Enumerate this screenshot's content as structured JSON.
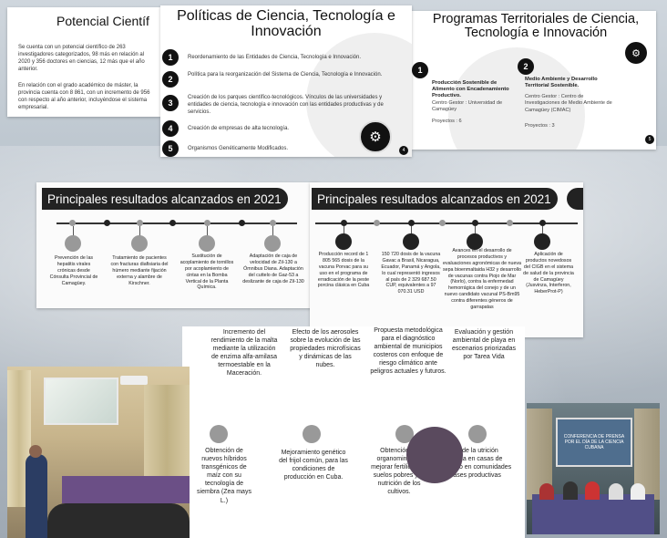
{
  "slide1": {
    "title": "Potencial Científ",
    "para1": "Se cuenta con un potencial científico de 263 investigadores categorizados, 98 más en relación al 2020 y 356 doctores en ciencias, 12 más que el año anterior.",
    "para2": "En relación con el grado académico de máster, la provincia cuenta con 8 861, con un incremento de 956 con respecto al año anterior, incluyéndose el sistema empresarial."
  },
  "slide2": {
    "title": "Políticas de Ciencia, Tecnología e Innovación",
    "items": [
      {
        "n": "1",
        "text": "Reordenamiento de las Entidades de Ciencia, Tecnología e Innovación."
      },
      {
        "n": "2",
        "text": "Política para la reorganización del Sistema de Ciencia, Tecnología e Innovación."
      },
      {
        "n": "3",
        "text": "Creación de los parques científico-tecnológicos. Vínculos de las universidades y entidades de ciencia, tecnología e innovación con las entidades productivas y de servicios."
      },
      {
        "n": "4",
        "text": "Creación de empresas de alta tecnología."
      },
      {
        "n": "5",
        "text": "Organismos Genéticamente Modificados."
      }
    ],
    "page": "4"
  },
  "slide3": {
    "title": "Programas Territoriales de Ciencia, Tecnología e Innovación",
    "prog1": {
      "n": "1",
      "name": "Producción Sostenible de Alimento con Encadenamiento Productivo.",
      "center": "Centro Gestor : Universidad de Camagüey",
      "projects": "Proyectos : 6"
    },
    "prog2": {
      "n": "2",
      "name": "Medio Ambiente y Desarrollo Territorial Sostenible.",
      "center": "Centro Gestor : Centro de Investigaciones de Medio Ambiente de Camagüey (CIMAC)",
      "projects": "Proyectos : 3"
    },
    "page": "5"
  },
  "results_left": {
    "banner": "Principales resultados alcanzados en 2021",
    "items": [
      "Prevención de las hepatitis virales crónicas desde Cónsulta Provincial de Camagüey.",
      "Tratamiento de pacientes con fracturas diafisiaria del húmero mediante fijación externa y alambre de Kirschner.",
      "Sustitución de acoplamiento de tornillos por acoplamiento de cintas en la Bomba Vertical de la Planta Química.",
      "Adaptación de caja de velocidad de Zil-130 a Ómnibus Diana. Adaptación del cuttelo de Gaz-53 a deslizante de caja de Zil-130"
    ]
  },
  "results_right": {
    "banner": "Principales resultados alcanzados en 2021",
    "items": [
      "Producción record de 1 805 565 dosis de la vacuna Porvac para su uso en el programa de erradicación de la peste porcina clásica en Cuba",
      "150 720 dosis de la vacuna Gavac a Brasil, Nicaragua, Ecuador, Panamá y Angola, lo cual representó ingresos al país de 2 329 687.50 CUP, equivalentes a 97 070.31 USD",
      "Avances en el desarrollo de procesos productivos y evaluaciones agronómicas de nueva sepa bioenmaltaida H32 y desarrollo de vacunas contra Piojo de Mar (Norlo), contra la enfermedad hemorrágica del conejo y de un nuevo candidato vacunal PS-Bm95 contra diferentes géneros de garrapatas",
      "Aplicación de productos novedosos del CIGB en el sistema de salud de la provincia de Camagüey (Jusvinza, Interferon, HeberProt-P)"
    ]
  },
  "bottom": {
    "top_items": [
      "Incremento del rendimiento de la malta mediante la utilización de enzima alfa-amilasa termoestable en la Maceración.",
      "Efecto de los aerosoles sobre la evolución de las propiedades microfísicas y dinámicas de las nubes.",
      "Propuesta metodológica para el diagnóstico ambiental de municipios costeros con enfoque de riesgo climático ante peligros actuales y futuros.",
      "Evaluación y gestión ambiental de playa en escenarios priorizadas por Tarea Vida"
    ],
    "bottom_items": [
      "Obtención de nuevos híbridos transgénicos de maíz con su tecnología de siembra (Zea mays L.)",
      "Mejoramiento genético del frijol común, para las condiciones de producción en Cuba.",
      "Obtención de organomin para mejorar fertilidad de suelos pobres y la nutrición de los cultivos.",
      "anejo de la utrición tegrada en casas de cultivo en comunidades y bases productivas"
    ]
  },
  "photo_right": {
    "screen_text": "CONFERENCIA DE PRENSA POR EL DÍA DE LA CIENCIA CUBANA"
  }
}
